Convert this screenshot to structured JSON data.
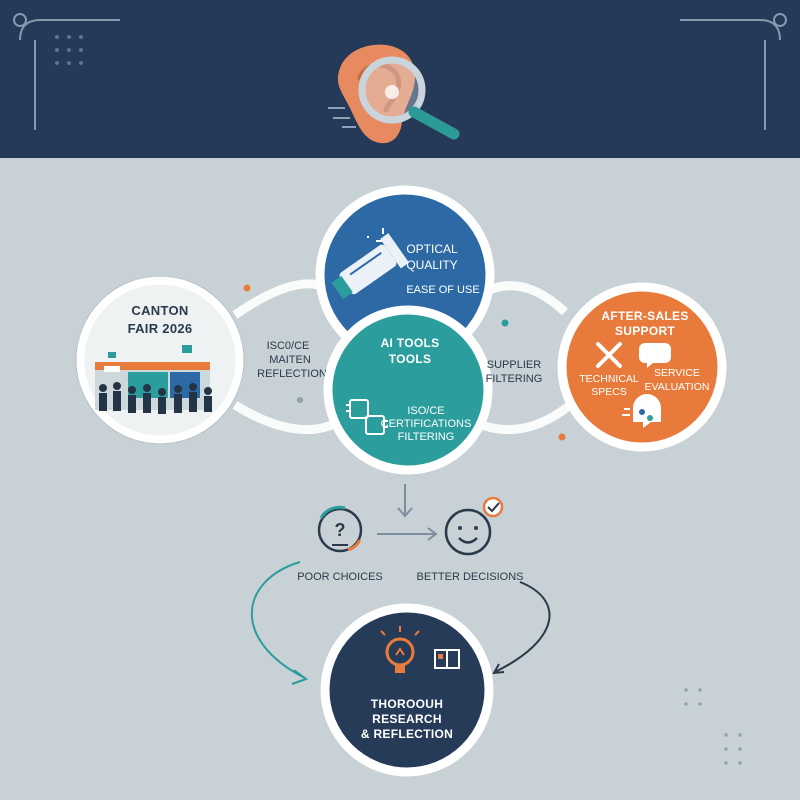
{
  "colors": {
    "header_bg": "#253a58",
    "page_bg": "#c8d1d5",
    "blue": "#2d6aa5",
    "teal": "#2a9d9c",
    "orange": "#e87b3b",
    "navy": "#263b58",
    "ring": "#ffffff"
  },
  "header": {
    "icon": "ear-magnifier-icon"
  },
  "nodes": {
    "canton": {
      "line1": "CANTON",
      "line2": "FAIR 2026",
      "icon": "trade-fair-crowd-icon"
    },
    "optical": {
      "line1": "OPTICAL",
      "line2": "QUALITY",
      "line3": "EASE OF USE",
      "icon": "flashlight-icon"
    },
    "ai_tools": {
      "line1": "AI TOOLS",
      "line2": "TOOLS",
      "line3": "ISO/CE",
      "line4": "CERTIFICATIONS",
      "line5": "FILTERING",
      "icon": "chip-icon"
    },
    "after_sales": {
      "line1": "AFTER-SALES",
      "line2": "SUPPORT",
      "tech1": "TECHNICAL",
      "tech2": "SPECS",
      "serv1": "SERVICE",
      "serv2": "EVALUATION",
      "icon1": "tools-icon",
      "icon2": "chat-bubble-icon",
      "icon3": "headset-chat-icon"
    }
  },
  "connectors": {
    "left": {
      "line1": "ISC0/CE",
      "line2": "MAITEN",
      "line3": "REFLECTION"
    },
    "right": {
      "line1": "SUPPLIER",
      "line2": "FILTERING"
    }
  },
  "outcomes": {
    "poor": {
      "label": "POOR CHOICES",
      "icon": "confused-face-icon"
    },
    "better": {
      "label": "BETTER DECISIONS",
      "icon": "smiling-face-check-icon"
    }
  },
  "result": {
    "line1": "THOROOUH",
    "line2": "RESEARCH",
    "line3": "& REFLECTION",
    "icon1": "lightbulb-icon",
    "icon2": "open-book-icon"
  }
}
